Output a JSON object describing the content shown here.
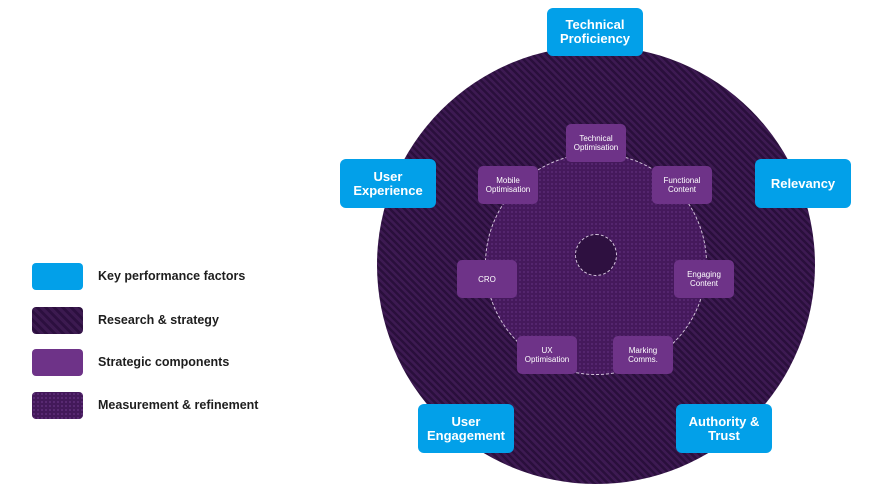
{
  "legend": [
    {
      "label": "Key performance factors",
      "swatch": "blue-solid"
    },
    {
      "label": "Research & strategy",
      "swatch": "purple-striped"
    },
    {
      "label": "Strategic components",
      "swatch": "purple-solid"
    },
    {
      "label": "Measurement & refinement",
      "swatch": "purple-dotted"
    }
  ],
  "colors": {
    "key_factor": "#02a0e9",
    "research": "#3d1a52",
    "component": "#6e3388",
    "measurement": "#45195c",
    "core": "#2e1040"
  },
  "key_factors": {
    "top": "Technical\nProficiency",
    "left": "User\nExperience",
    "right": "Relevancy",
    "bottom_left": "User\nEngagement",
    "bottom_right": "Authority &\nTrust"
  },
  "components": {
    "technical_optimisation": "Technical\nOptimisation",
    "mobile_optimisation": "Mobile\nOptimisation",
    "functional_content": "Functional\nContent",
    "cro": "CRO",
    "engaging_content": "Engaging\nContent",
    "ux_optimisation": "UX\nOptimisation",
    "marking_comms": "Marking\nComms."
  }
}
